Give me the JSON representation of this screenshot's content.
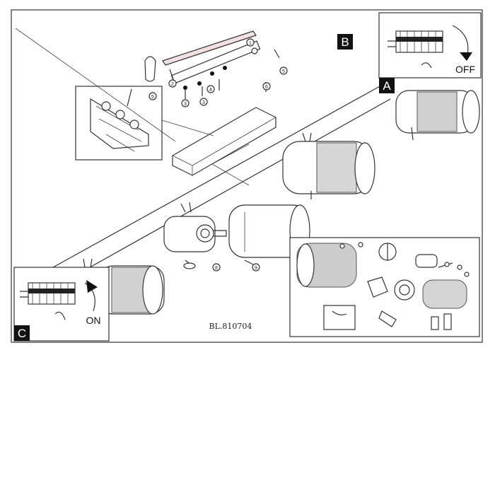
{
  "labels": {
    "panel_a": "A",
    "panel_b": "B",
    "panel_c": "C"
  },
  "switch_off": "OFF",
  "switch_on": "ON",
  "model_code": "BL.810704",
  "callouts": {
    "bracket_1": "1",
    "bracket_2": "2",
    "bracket_3": "3",
    "bracket_4": "4",
    "bracket_5": "5",
    "cover_6": "6",
    "detail_5": "5",
    "spot_8": "8",
    "spot_9": "9"
  },
  "colors": {
    "label_bg": "#111111",
    "line": "#333333",
    "bar_shadow": "#d9a3a3"
  }
}
